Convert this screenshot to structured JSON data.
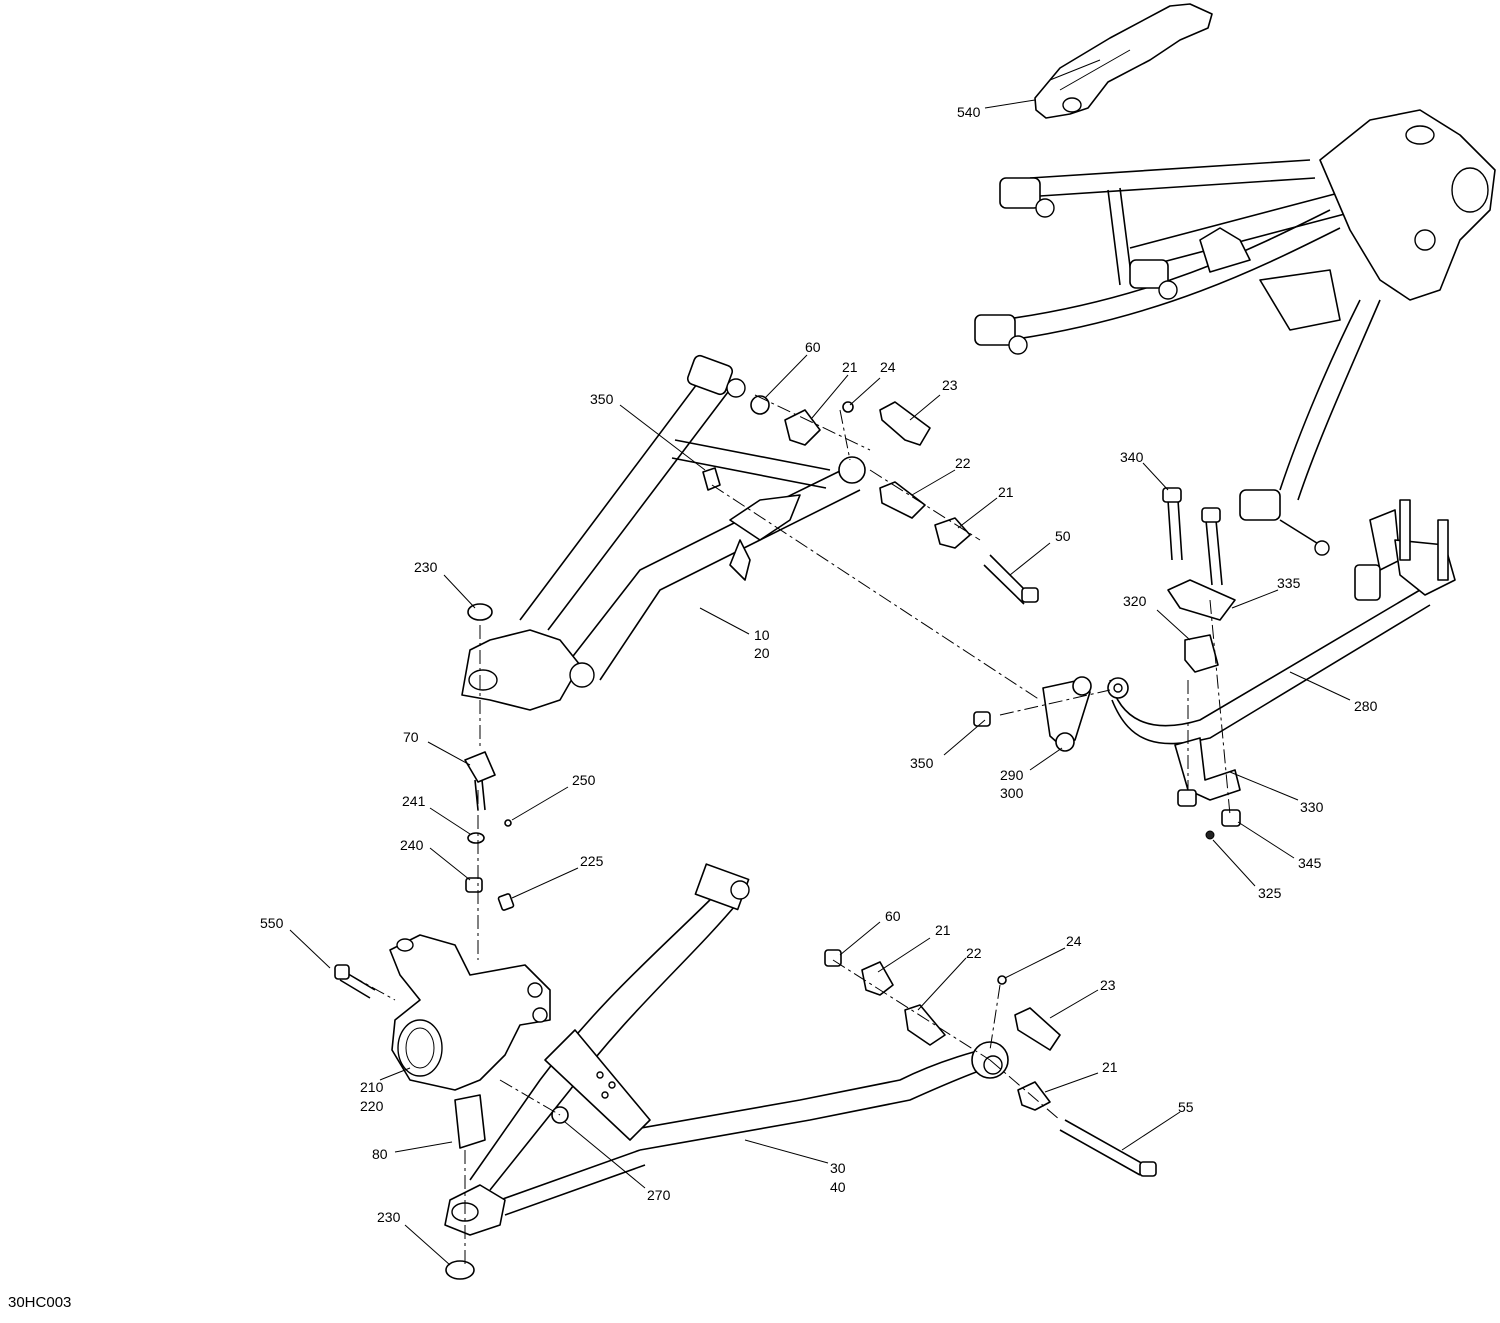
{
  "diagram_code": "30HC003",
  "callouts": [
    "540",
    "60",
    "21",
    "24",
    "23",
    "350",
    "22",
    "21",
    "50",
    "230",
    "10",
    "20",
    "70",
    "250",
    "241",
    "240",
    "225",
    "340",
    "335",
    "320",
    "280",
    "350",
    "290",
    "300",
    "330",
    "345",
    "325",
    "550",
    "60",
    "21",
    "22",
    "24",
    "23",
    "21",
    "55",
    "210",
    "220",
    "80",
    "270",
    "30",
    "40",
    "230"
  ]
}
